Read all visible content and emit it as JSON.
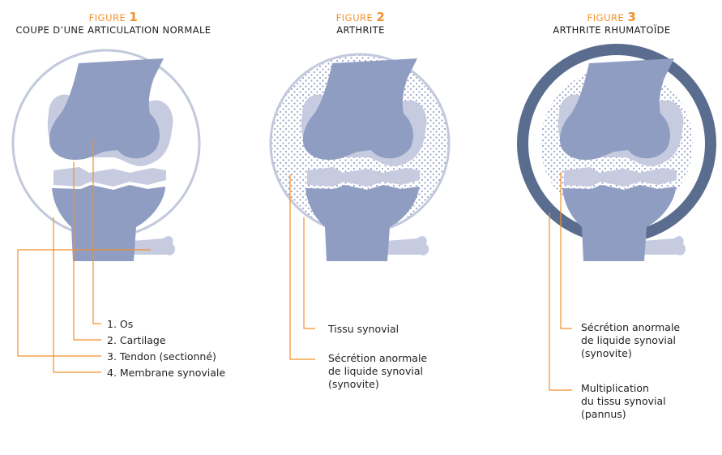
{
  "colors": {
    "accent": "#f4902a",
    "bone": "#8f9dc2",
    "cartilage": "#c6cbe0",
    "membrane_line": "#c3c9dd",
    "pannus_ring": "#5b6d8e",
    "dots": "#8f9dc2"
  },
  "figures": [
    {
      "kicker": "FIGURE",
      "number": "1",
      "title": "COUPE D’UNE ARTICULATION NORMALE",
      "labels": [
        "1. Os",
        "2. Cartilage",
        "3. Tendon (sectionné)",
        "4. Membrane synoviale"
      ]
    },
    {
      "kicker": "FIGURE",
      "number": "2",
      "title": "ARTHRITE",
      "labels": [
        "Tissu synovial",
        "Sécrétion anormale",
        "de liquide synovial",
        "(synovite)"
      ]
    },
    {
      "kicker": "FIGURE",
      "number": "3",
      "title": "ARTHRITE RHUMATOÏDE",
      "labels": [
        "Sécrétion anormale",
        "de liquide synovial",
        "(synovite)",
        "Multiplication",
        "du tissu synovial",
        "(pannus)"
      ]
    }
  ]
}
